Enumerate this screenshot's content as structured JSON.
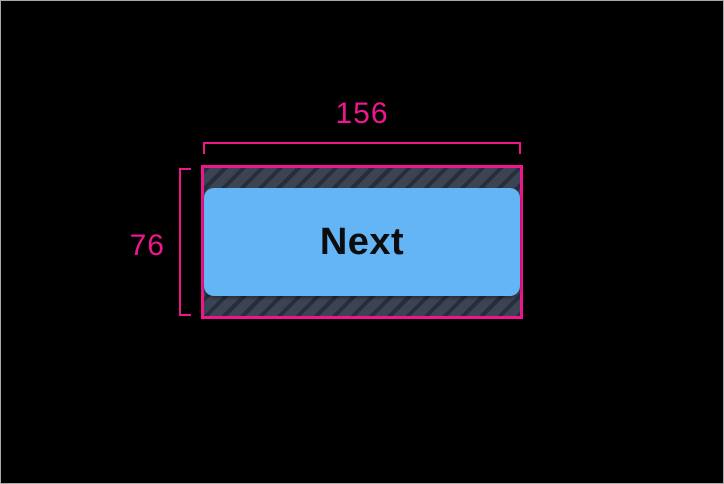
{
  "dimensions": {
    "width": "156",
    "height": "76"
  },
  "button": {
    "label": "Next"
  },
  "colors": {
    "accent": "#EE168D",
    "background": "#000000",
    "screen_border": "#A9A9A9",
    "hatch_background": "#3C4454",
    "hatch_stripe": "#272D3B",
    "button_fill": "#64B5F6",
    "button_text": "#0B0D0F"
  }
}
